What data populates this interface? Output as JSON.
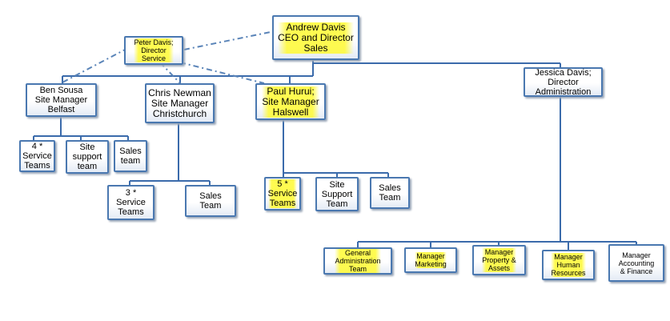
{
  "colors": {
    "line": "#3b6bab",
    "box_border": "#4a78b0",
    "highlight": "#fff94a"
  },
  "nodes": {
    "ceo": "Andrew Davis\nCEO and Director\nSales",
    "service_director": "Peter Davis;\nDirector\nService",
    "belfast": "Ben Sousa\nSite Manager\nBelfast",
    "christchurch": "Chris Newman\nSite Manager\nChristchurch",
    "halswell": "Paul Hurui;\nSite Manager\nHalswell",
    "admin_director": "Jessica Davis;\nDirector\nAdministration",
    "belfast_service": "4 *\nService\nTeams",
    "belfast_support": "Site\nsupport\nteam",
    "belfast_sales": "Sales\nteam",
    "christchurch_service": "3 *\nService\nTeams",
    "christchurch_sales": "Sales\nTeam",
    "halswell_service": "5 *\nService\nTeams",
    "halswell_support": "Site\nSupport\nTeam",
    "halswell_sales": "Sales\nTeam",
    "general_admin": "General\nAdministration\nTeam",
    "marketing": "Manager\nMarketing",
    "property": "Manager\nProperty &\nAssets",
    "hr": "Manager\nHuman\nResources",
    "accounting": "Manager\nAccounting\n& Finance"
  }
}
